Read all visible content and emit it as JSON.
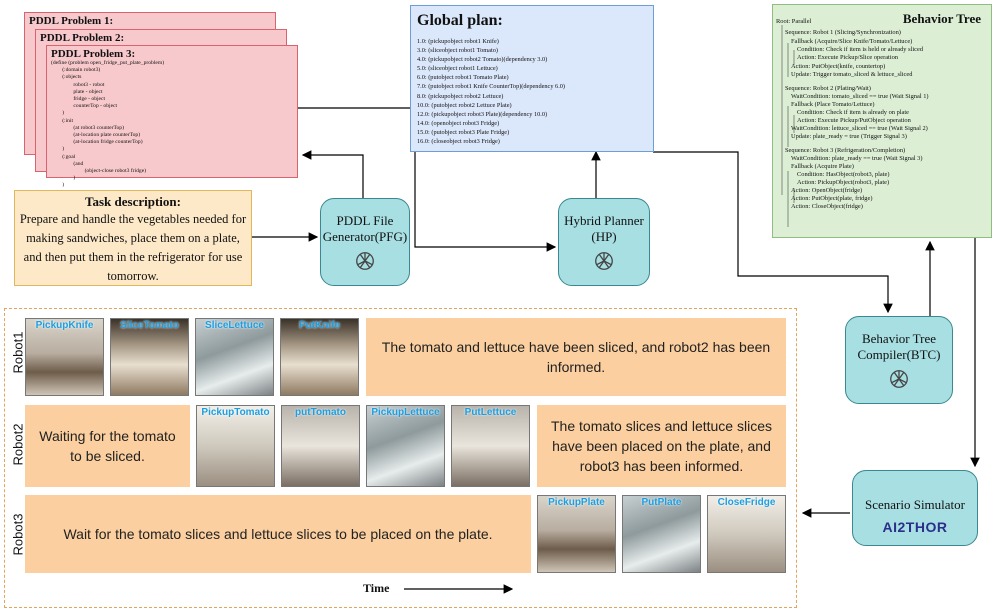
{
  "pddl": {
    "problem1_title": "PDDL Problem 1:",
    "problem2_title": "PDDL Problem 2:",
    "problem3_title": "PDDL Problem 3:",
    "problem3_code": "(define (problem open_fridge_put_plate_problem)\n        (:domain robot3)\n        (:objects\n                robot3 - robot\n                plate - object\n                fridge - object\n                counterTop - object\n        )\n        (:init\n                (at robot3 counterTop)\n                (at-location plate counterTop)\n                (at-location fridge counterTop)\n        )\n        (:goal\n                (and\n                        (object-close robot3 fridge)\n                )\n        )\n)"
  },
  "global_plan": {
    "title": "Global plan",
    "title_suffix": ":",
    "steps": "1.0: (pickupobject robot1 Knife)\n3.0: (sliceobject robot1 Tomato)\n4.0: (pickupobject robot2 Tomato)(dependency 3.0)\n5.0: (sliceobject robot1 Lettuce)\n6.0: (putobject robot1 Tomato Plate)\n7.0: (putobject robot1 Knife CounterTop)(dependency 6.0)\n8.0: (pickupobject robot2 Lettuce)\n10.0: (putobject robot2 Lettuce Plate)\n12.0: (pickupobject robot3 Plate)(dependency 10.0)\n14.0: (openobject robot3 Fridge)\n15.0: (putobject robot3 Plate Fridge)\n16.0: (closeobject robot3 Fridge)"
  },
  "behavior_tree": {
    "title": "Behavior Tree",
    "root": "Root: Parallel",
    "lines": [
      "Sequence: Robot 1 (Slicing/Synchronization)",
      "Fallback (Acquire/Slice Knife/Tomato/Lettuce)",
      "Condition: Check if item is held or already sliced",
      "Action: Execute Pickup/Slice operation",
      "Action: PutObject(knife, countertop)",
      "Update: Trigger tomato_sliced & lettuce_sliced",
      "Sequence: Robot 2 (Plating/Wait)",
      "WaitCondition: tomato_sliced == true (Wait Signal 1)",
      "Fallback (Place Tomato/Lettuce)",
      "Condition: Check if item is already on plate",
      "Action: Execute Pickup/PutObject operation",
      "WaitCondition: lettuce_sliced == true (Wait Signal 2)",
      "Update: plate_ready = true (Trigger Signal 3)",
      "Sequence: Robot 3 (Refrigeration/Completion)",
      "WaitCondition: plate_ready == true (Wait Signal 3)",
      "Fallback (Acquire Plate)",
      "Condition: HasObject(robot3, plate)",
      "Action: PickupObject(robot3, plate)",
      "Action: OpenObject(fridge)",
      "Action: PutObject(plate, fridge)",
      "Action: CloseObject(fridge)"
    ]
  },
  "task": {
    "title": "Task description:",
    "text": "Prepare and handle the vegetables needed for making sandwiches, place them on a plate, and then put them in the refrigerator for use tomorrow."
  },
  "modules": {
    "pfg": "PDDL File Generator(PFG)",
    "pfg_line1": "PDDL File",
    "pfg_line2": "Generator(PFG)",
    "hp_line1": "Hybrid Planner",
    "hp_line2": "(HP)",
    "btc_line1": "Behavior Tree",
    "btc_line2": "Compiler(BTC)",
    "sim": "Scenario Simulator",
    "sim_logo": "AI2THOR"
  },
  "robots": {
    "robot1": {
      "label": "Robot1",
      "frames": [
        "PickupKnife",
        "SliceTomato",
        "SliceLettuce",
        "PutKnife"
      ],
      "message": "The tomato and lettuce have been sliced, and robot2 has been informed."
    },
    "robot2": {
      "label": "Robot2",
      "waiting": "Waiting for the tomato to be sliced.",
      "frames": [
        "PickupTomato",
        "putTomato",
        "PickupLettuce",
        "PutLettuce"
      ],
      "message": "The tomato slices and lettuce slices have been placed on the plate, and robot3 has been informed."
    },
    "robot3": {
      "label": "Robot3",
      "waiting": "Wait for the tomato slices and lettuce slices to be placed on the plate.",
      "frames": [
        "PickupPlate",
        "PutPlate",
        "CloseFridge"
      ]
    }
  },
  "time_label": "Time",
  "colors": {
    "pddl_fill": "#f8c9cc",
    "plan_fill": "#dbe7fa",
    "bt_fill": "#dcefd5",
    "task_fill": "#fde9c8",
    "module_fill": "#a7dfe3",
    "robot_fill": "#fbcf9f",
    "frame_label": "#1c9fe2"
  }
}
